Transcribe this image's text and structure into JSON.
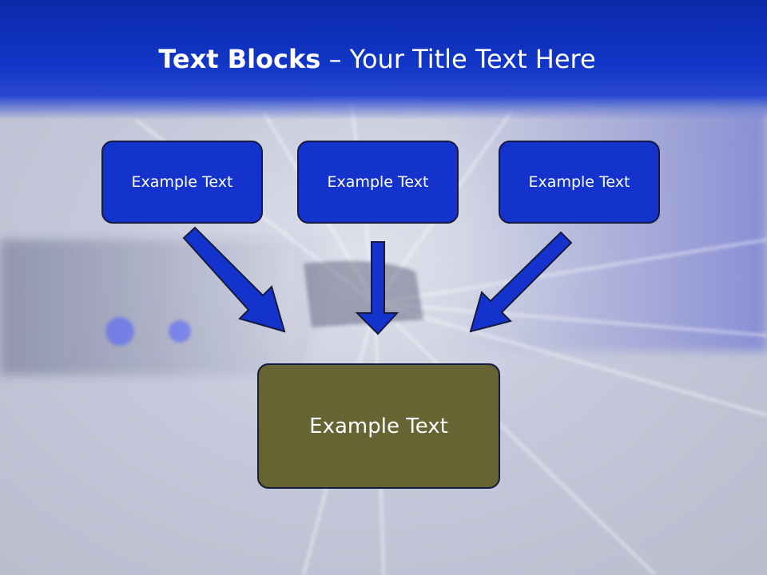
{
  "title": {
    "bold": "Text Blocks",
    "separator": "–",
    "rest": "Your Title Text Here"
  },
  "boxes": {
    "top": [
      "Example Text",
      "Example Text",
      "Example Text"
    ],
    "bottom": "Example Text"
  },
  "colors": {
    "header": "#1236c8",
    "box_blue": "#1432cc",
    "box_olive": "#666433",
    "arrow": "#1432cc",
    "outline": "#141a40",
    "text": "#ffffff"
  }
}
